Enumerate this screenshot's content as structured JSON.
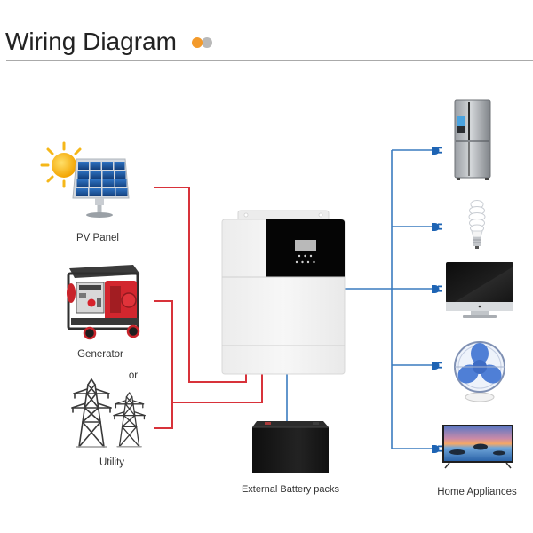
{
  "header": {
    "title": "Wiring Diagram",
    "dot_primary_color": "#f39a2b",
    "dot_secondary_color": "#b9b9b9",
    "divider_color": "#555555"
  },
  "colors": {
    "input_wire": "#d8323a",
    "output_wire": "#3a7bbf",
    "plug": "#1e64b4"
  },
  "sources": {
    "pv": {
      "label": "PV Panel",
      "icon": "solar-panel-icon"
    },
    "generator": {
      "label": "Generator",
      "icon": "generator-icon"
    },
    "separator": "or",
    "utility": {
      "label": "Utility",
      "icon": "power-tower-icon"
    }
  },
  "inverter": {
    "icon": "hybrid-inverter-icon"
  },
  "battery": {
    "label": "External Battery packs",
    "icon": "battery-icon"
  },
  "loads": {
    "label": "Home Appliances",
    "items": [
      {
        "icon": "refrigerator-icon"
      },
      {
        "icon": "light-bulb-icon"
      },
      {
        "icon": "monitor-icon"
      },
      {
        "icon": "fan-icon"
      },
      {
        "icon": "tv-icon"
      }
    ],
    "connector_icon": "plug-icon"
  }
}
